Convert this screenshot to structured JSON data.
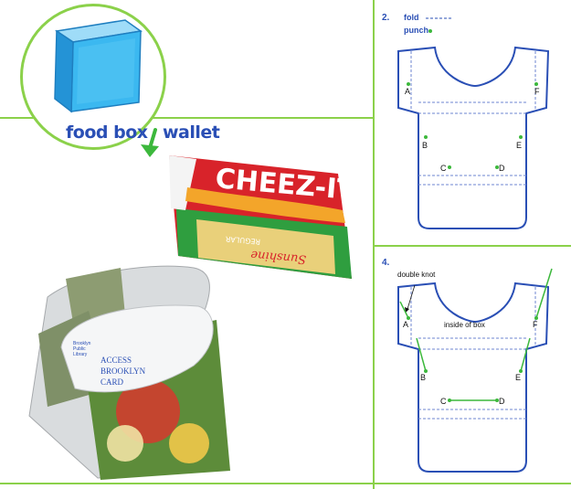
{
  "labels": {
    "food_box": "food box",
    "wallet": "wallet"
  },
  "photos": {
    "box_text_top": "CHEEZ-IT",
    "box_text_panel": "Sunshine",
    "box_text_regular": "REGULAR",
    "card_line1": "Brooklyn",
    "card_line2": "Public",
    "card_line3": "Library",
    "card_title1": "ACCESS",
    "card_title2": "BROOKLYN",
    "card_title3": "CARD"
  },
  "step2": {
    "number": "2.",
    "legend_fold": "fold",
    "legend_punch": "punch",
    "points": [
      "A",
      "F",
      "B",
      "E",
      "C",
      "D"
    ]
  },
  "step4": {
    "number": "4.",
    "note_double_knot": "double knot",
    "note_inside": "inside of box",
    "points": [
      "A",
      "F",
      "B",
      "E",
      "C",
      "D"
    ]
  },
  "colors": {
    "outline": "#2a4fb5",
    "divider": "#8bd14a",
    "punch": "#3cb83c",
    "box_blue": "#3bb8f0"
  }
}
